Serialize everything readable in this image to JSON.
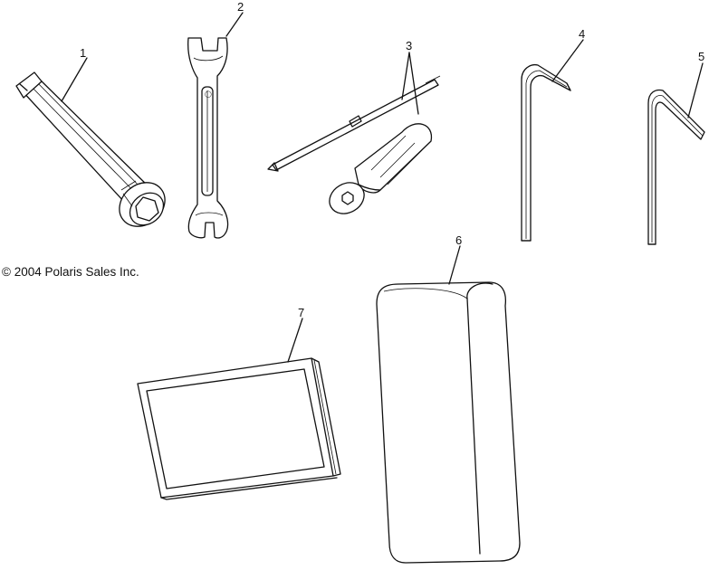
{
  "copyright": "© 2004 Polaris Sales Inc.",
  "callouts": {
    "spark_plug_wrench": "1",
    "open_end_wrench": "2",
    "screwdriver": "3",
    "hex_key_large": "4",
    "hex_key_small": "5",
    "tool_pouch": "6",
    "owners_manual": "7"
  }
}
